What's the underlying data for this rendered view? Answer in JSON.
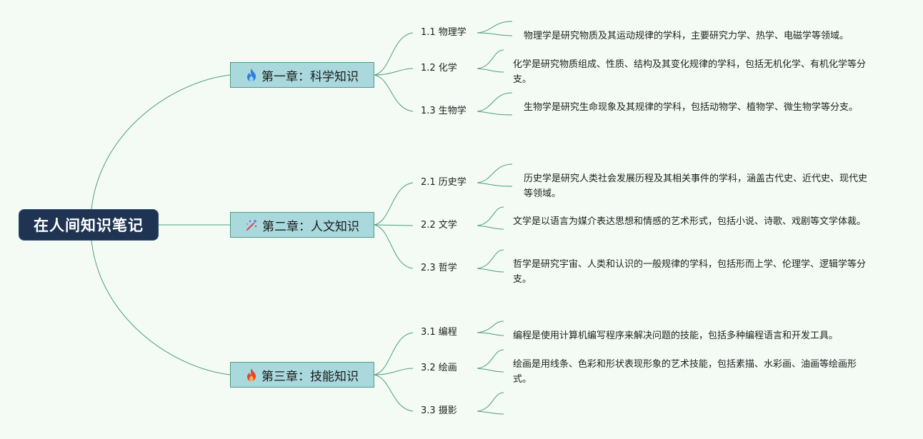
{
  "root": {
    "title": "在人间知识笔记"
  },
  "chapters": [
    {
      "label": "第一章：科学知识",
      "icon": "fire-blue-icon",
      "icon_color": "#2f7fd6",
      "subs": [
        {
          "label": "1.1 物理学",
          "desc": "物理学是研究物质及其运动规律的学科，主要研究力学、热学、电磁学等领域。"
        },
        {
          "label": "1.2 化学",
          "desc": "化学是研究物质组成、性质、结构及其变化规律的学科，包括无机化学、有机化学等分支。"
        },
        {
          "label": "1.3 生物学",
          "desc": "生物学是研究生命现象及其规律的学科，包括动物学、植物学、微生物学等分支。"
        }
      ]
    },
    {
      "label": "第二章：人文知识",
      "icon": "magic-wand-icon",
      "icon_color": "#d8465f",
      "subs": [
        {
          "label": "2.1 历史学",
          "desc": "历史学是研究人类社会发展历程及其相关事件的学科，涵盖古代史、近代史、现代史等领域。"
        },
        {
          "label": "2.2 文学",
          "desc": "文学是以语言为媒介表达思想和情感的艺术形式，包括小说、诗歌、戏剧等文学体裁。"
        },
        {
          "label": "2.3 哲学",
          "desc": "哲学是研究宇宙、人类和认识的一般规律的学科，包括形而上学、伦理学、逻辑学等分支。"
        }
      ]
    },
    {
      "label": "第三章：技能知识",
      "icon": "fire-red-icon",
      "icon_color": "#e8452c",
      "subs": [
        {
          "label": "3.1 编程",
          "desc": "编程是使用计算机编写程序来解决问题的技能，包括多种编程语言和开发工具。"
        },
        {
          "label": "3.2 绘画",
          "desc": "绘画是用线条、色彩和形状表现形象的艺术技能，包括素描、水彩画、油画等绘画形式。"
        },
        {
          "label": "3.3 摄影",
          "desc": ""
        }
      ]
    }
  ]
}
